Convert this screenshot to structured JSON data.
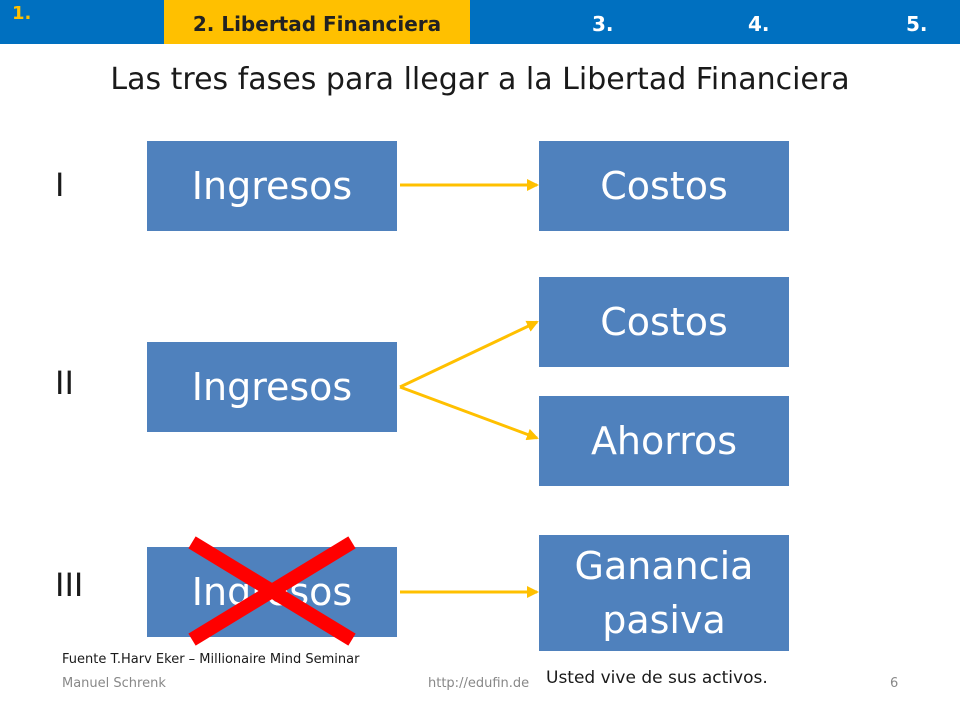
{
  "nav": {
    "item1": "1.",
    "item2": "2. Libertad Financiera",
    "item3": "3.",
    "item4": "4.",
    "item5": "5."
  },
  "title": "Las tres fases para llegar a la Libertad Financiera",
  "phases": {
    "one": {
      "label": "I",
      "income": "Ingresos",
      "costs": "Costos"
    },
    "two": {
      "label": "II",
      "income": "Ingresos",
      "costs": "Costos",
      "savings": "Ahorros"
    },
    "three": {
      "label": "III",
      "income": "Ingresos",
      "passive": "Ganancia pasiva"
    }
  },
  "footnote": "Fuente T.Harv Eker – Millionaire Mind Seminar",
  "assets_note": "Usted vive de sus activos.",
  "footer": {
    "author": "Manuel Schrenk",
    "url": "http://edufin.de",
    "page": "6"
  },
  "colors": {
    "nav": "#0070C0",
    "nav_active": "#FFC000",
    "box": "#4F81BD",
    "arrow": "#FFC000",
    "cross": "#FF0000"
  }
}
